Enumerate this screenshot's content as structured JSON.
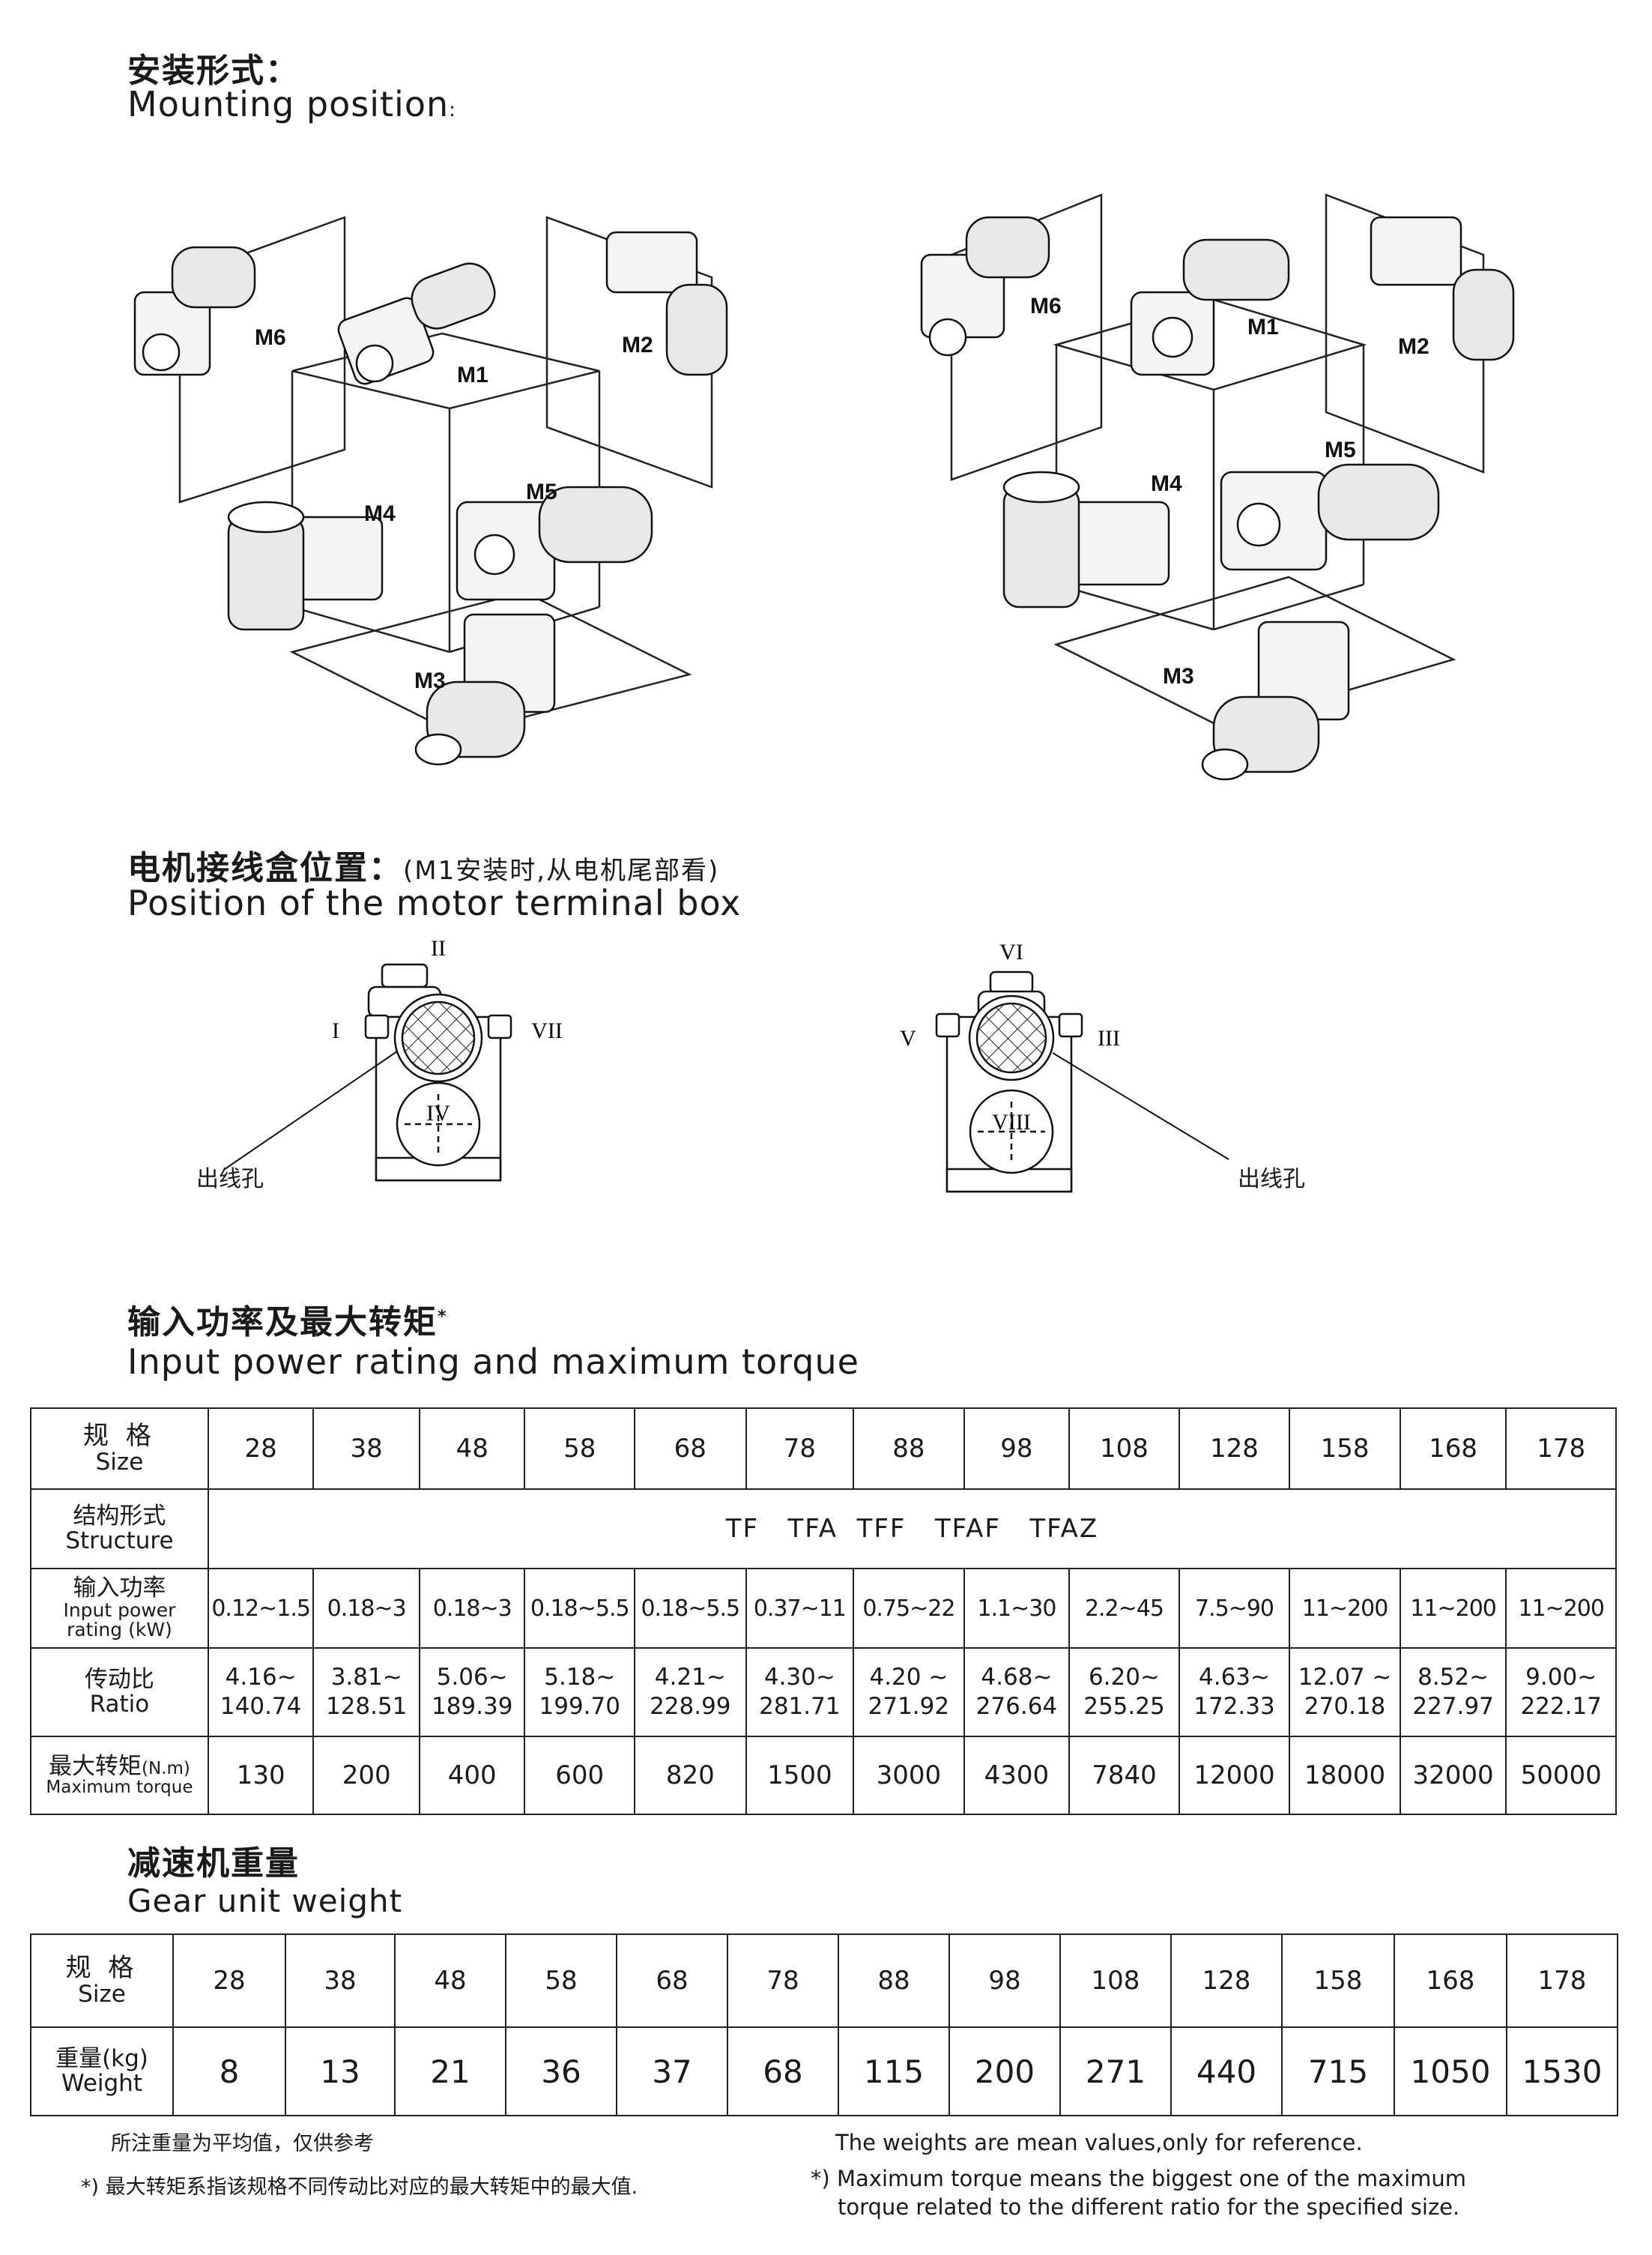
{
  "mounting": {
    "title_zh": "安装形式：",
    "title_en": "Mounting position",
    "title_en_colon": ":",
    "labels": [
      "M1",
      "M2",
      "M3",
      "M4",
      "M5",
      "M6"
    ]
  },
  "terminal_box": {
    "title_zh": "电机接线盒位置：",
    "note_zh": "(M1安装时,从电机尾部看)",
    "title_en": "Position of the motor terminal box",
    "left": {
      "top": "II",
      "left": "I",
      "right": "VII",
      "center": "IV",
      "callout": "出线孔"
    },
    "right": {
      "top": "VI",
      "left": "V",
      "right": "III",
      "center": "VIII",
      "callout": "出线孔"
    }
  },
  "power_table": {
    "title_zh": "输入功率及最大转矩",
    "title_star": "*",
    "title_en": "Input power rating and maximum torque",
    "size_header_zh": "规 格",
    "size_header_en": "Size",
    "sizes": [
      "28",
      "38",
      "48",
      "58",
      "68",
      "78",
      "88",
      "98",
      "108",
      "128",
      "158",
      "168",
      "178"
    ],
    "structure_header_zh": "结构形式",
    "structure_header_en": "Structure",
    "structure_value": "TF   TFA  TFF   TFAF   TFAZ",
    "power_header_zh": "输入功率",
    "power_header_en1": "Input power",
    "power_header_en2": "rating (kW)",
    "power": [
      "0.12~1.5",
      "0.18~3",
      "0.18~3",
      "0.18~5.5",
      "0.18~5.5",
      "0.37~11",
      "0.75~22",
      "1.1~30",
      "2.2~45",
      "7.5~90",
      "11~200",
      "11~200",
      "11~200"
    ],
    "ratio_header_zh": "传动比",
    "ratio_header_en": "Ratio",
    "ratio_min": [
      "4.16~",
      "3.81~",
      "5.06~",
      "5.18~",
      "4.21~",
      "4.30~",
      "4.20 ~",
      "4.68~",
      "6.20~",
      "4.63~",
      "12.07 ~",
      "8.52~",
      "9.00~"
    ],
    "ratio_max": [
      "140.74",
      "128.51",
      "189.39",
      "199.70",
      "228.99",
      "281.71",
      "271.92",
      "276.64",
      "255.25",
      "172.33",
      "270.18",
      "227.97",
      "222.17"
    ],
    "torque_header_zh": "最大转矩",
    "torque_header_unit": "(N.m)",
    "torque_header_en": "Maximum torque",
    "torque": [
      "130",
      "200",
      "400",
      "600",
      "820",
      "1500",
      "3000",
      "4300",
      "7840",
      "12000",
      "18000",
      "32000",
      "50000"
    ]
  },
  "weight_table": {
    "title_zh": "减速机重量",
    "title_en": "Gear unit weight",
    "size_header_zh": "规 格",
    "size_header_en": "Size",
    "sizes": [
      "28",
      "38",
      "48",
      "58",
      "68",
      "78",
      "88",
      "98",
      "108",
      "128",
      "158",
      "168",
      "178"
    ],
    "weight_header_zh": "重量(kg)",
    "weight_header_en": "Weight",
    "weights": [
      "8",
      "13",
      "21",
      "36",
      "37",
      "68",
      "115",
      "200",
      "271",
      "440",
      "715",
      "1050",
      "1530"
    ]
  },
  "footnotes": {
    "left1": "所注重量为平均值，仅供参考",
    "left2": "*) 最大转矩系指该规格不同传动比对应的最大转矩中的最大值.",
    "right1": "The weights are mean values,only for reference.",
    "right2": "*) Maximum torque means the biggest one of the maximum",
    "right3": "torque related to the different ratio for the specified size."
  }
}
